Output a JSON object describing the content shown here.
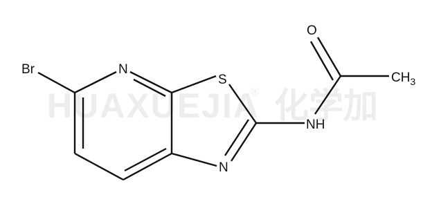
{
  "watermark": {
    "brand": "HUAXUEJIA",
    "registered_mark": "®",
    "cjk": "化学加"
  },
  "molecule": {
    "atoms": {
      "br": "Br",
      "n_pyridine": "N",
      "s_thiazole": "S",
      "n_thiazole": "N",
      "nh": "NH",
      "o": "O",
      "ch3_main": "CH",
      "ch3_sub": "3"
    }
  },
  "colors": {
    "bond": "#111111",
    "watermark": "#ededed",
    "background": "#ffffff"
  }
}
